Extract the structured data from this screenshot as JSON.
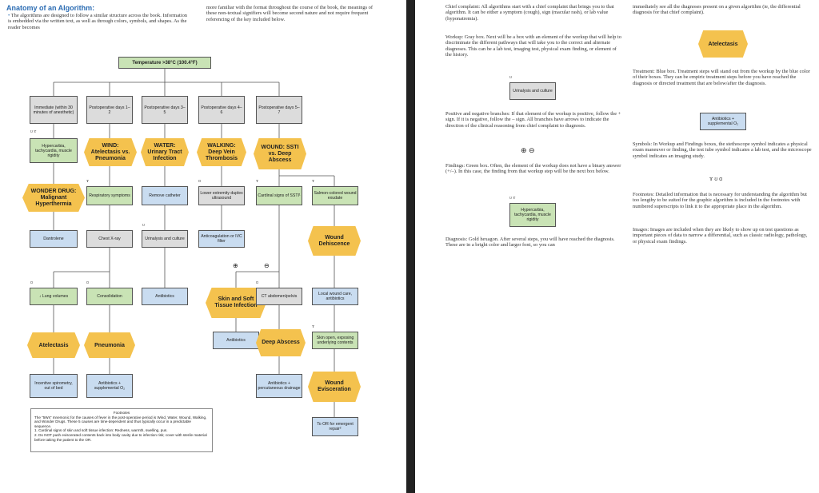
{
  "left_page": {
    "title": "Anatomy of an Algorithm:",
    "intro_col1": "The algorithms are designed to follow a similar structure across the book. Information is embedded via the written text, as well as through colors, symbols, and shapes. As the reader becomes",
    "intro_col2": "more familiar with the format throughout the course of the book, the meanings of these non-textual signifiers will become second nature and not require frequent referencing of the key included below.",
    "chief_complaint": "Temperature >38°C (100.4°F)",
    "periods": [
      "Immediate (within 30 minutes of anesthetic)",
      "Postoperative days 1–2",
      "Postoperative days 3–5",
      "Postoperative days 4–6",
      "Postoperative days 5–7"
    ],
    "finding_hyper": "Hypercarbia, tachycardia, muscle rigidity",
    "dx_wind": "WIND: Atelectasis vs. Pneumonia",
    "dx_water": "WATER: Urinary Tract Infection",
    "dx_walking": "WALKING: Deep Vein Thrombosis",
    "dx_wound": "WOUND: SSTI vs. Deep Abscess",
    "dx_wonder": "WONDER DRUG: Malignant Hyperthermia",
    "resp_symptoms": "Respiratory symptoms",
    "remove_catheter": "Remove catheter",
    "le_duplex": "Lower extremity duplex ultrasound",
    "cardinal_signs": "Cardinal signs of SSTI¹",
    "salmon": "Salmon-colored wound exudate",
    "dantrolene": "Dantrolene",
    "cxr": "Chest X-ray",
    "ua": "Urinalysis and culture",
    "anticoag": "Anticoagulation or IVC filter",
    "wound_dehiscence": "Wound Dehiscence",
    "lung_vol": "↓ Lung volumes",
    "consolidation": "Consolidation",
    "antibiotics": "Antibiotics",
    "sst_infection": "Skin and Soft Tissue Infection",
    "ct": "CT abdomen/pelvis",
    "local_wound": "Local wound care, antibiotics",
    "antibiotics2": "Antibiotics",
    "deep_abscess": "Deep Abscess",
    "skin_open": "Skin open, exposing underlying contents",
    "atelectasis": "Atelectasis",
    "pneumonia": "Pneumonia",
    "incentive": "Incentive spirometry, out of bed",
    "abx_o2": "Antibiotics + supplemental O₂",
    "abx_drain": "Antibiotics + percutaneous drainage",
    "wound_evisc": "Wound Evisceration",
    "to_or": "To OR for emergent repair²",
    "plus": "⊕",
    "minus": "⊖",
    "footnotes_title": "Footnotes",
    "fn_line1": "The “5Ws” mnemonic for the causes of fever in the post-operative period is Wind, Water, Wound, Walking, and Wonder Drugs. These 5 causes are time-dependent and thus typically occur in a predictable sequence.",
    "fn_line2": "1. Cardinal signs of skin and soft tissue infection: Redness, warmth, swelling, pus.",
    "fn_line3": "2. Do NOT push eviscerated contents back into body cavity due to infection risk; cover with sterile material before taking the patient to the OR."
  },
  "right_page": {
    "cc_text": "Chief complaint: All algorithms start with a chief complaint that brings you to that algorithm. It can be either a symptom (cough), sign (macular rash), or lab value (hyponatremia).",
    "workup_text": "Workup: Gray box. Next will be a box with an element of the workup that will help to discriminate the different pathways that will take you to the correct and alternate diagnoses. This can be a lab test, imaging test, physical exam finding, or element of the history.",
    "workup_example": "Urinalysis and culture",
    "posneg_text": "Positive and negative branches: If that element of the workup is positive, follow the + sign. If it is negative, follow the – sign. All branches have arrows to indicate the direction of the clinical reasoning from chief complaint to diagnosis.",
    "findings_text": "Findings: Green box. Often, the element of the workup does not have a binary answer (+/–). In this case, the finding from that workup step will be the next box below.",
    "findings_example": "Hypercarbia, tachycardia, muscle rigidity",
    "diagnosis_text": "Diagnosis: Gold hexagon. After several steps, you will have reached the diagnosis. These are in a bright color and larger font, so you can",
    "col2_top": "immediately see all the diagnoses present on a given algorithm (ie, the differential diagnosis for that chief complaint).",
    "dx_example": "Atelectasis",
    "treatment_text": "Treatment: Blue box. Treatment steps will stand out from the workup by the blue color of their boxes. They can be empiric treatment steps before you have reached the diagnosis or directed treatment that are below/after the diagnosis.",
    "tx_example": "Antibiotics + supplemental O₂",
    "symbols_text": "Symbols: In Workup and Findings boxes, the stethoscope symbol indicates a physical exam maneuver or finding, the test tube symbol indicates a lab test, and the microscope symbol indicates an imaging study.",
    "footnotes_text": "Footnotes: Detailed information that is necessary for understanding the algorithm but too lengthy to be suited for the graphic algorithm is included in the footnotes with numbered superscripts to link it to the appropriate place in the algorithm.",
    "images_text": "Images: Images are included when they are likely to show up on test questions as important pieces of data to narrow a differential, such as classic radiology, pathology, or physical exam findings."
  },
  "colors": {
    "title_blue": "#2b6cb3",
    "gray_box": "#dcdcdc",
    "green_box": "#c9e3b5",
    "blue_box": "#c9dcf0",
    "hexagon": "#f4c24e",
    "gutter": "#222222"
  },
  "icons": [
    "stethoscope-icon",
    "test-tube-icon",
    "microscope-icon"
  ]
}
